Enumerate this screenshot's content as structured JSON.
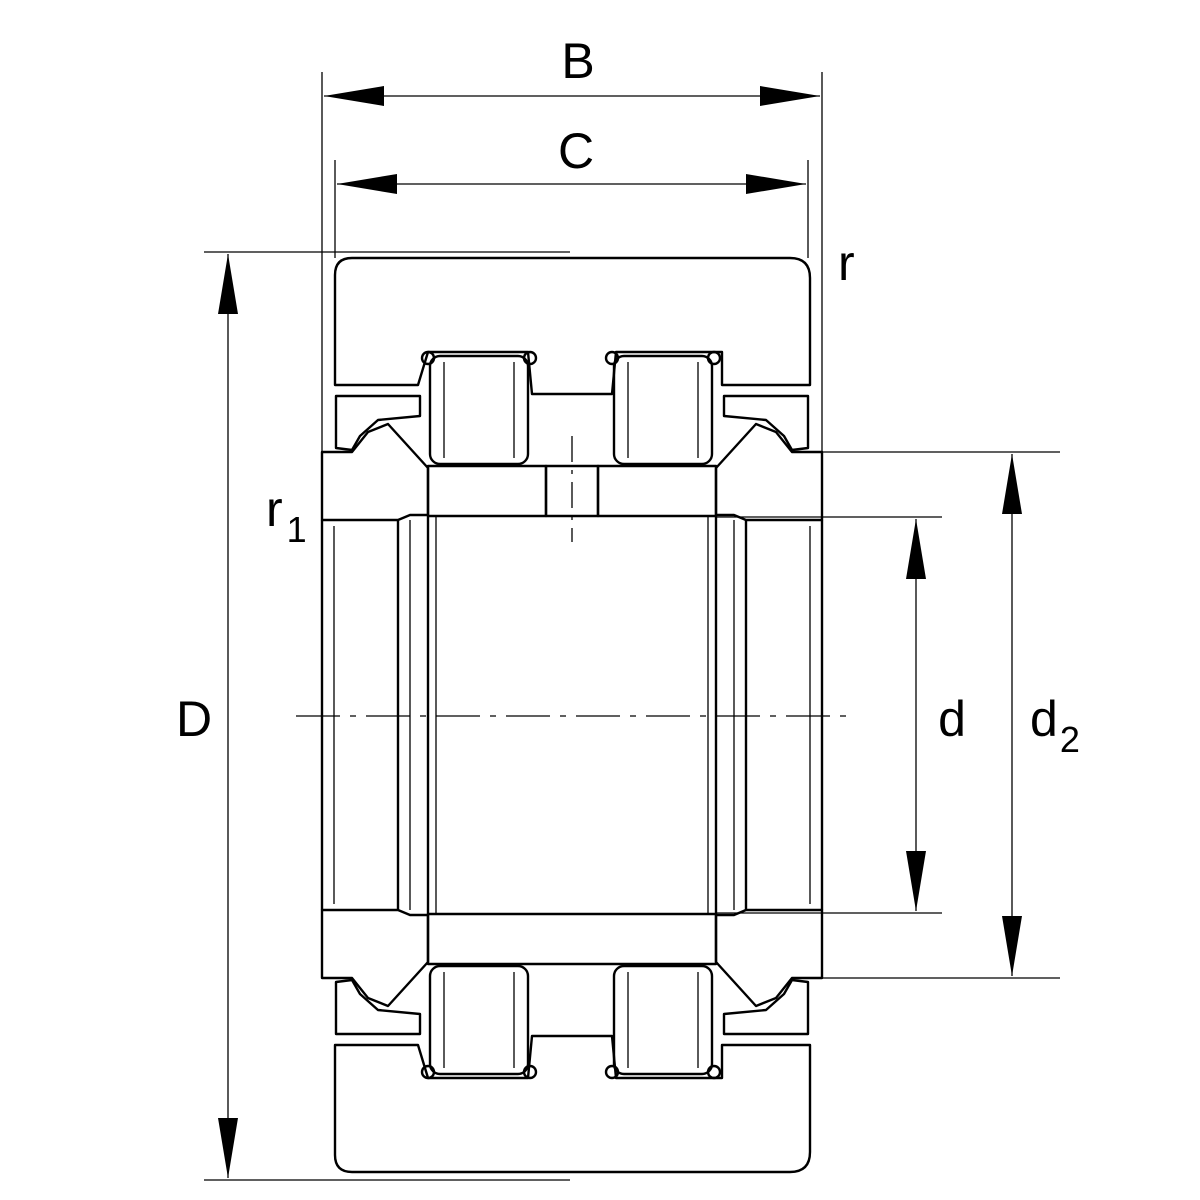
{
  "labels": {
    "B": "B",
    "C": "C",
    "D": "D",
    "r": "r",
    "r1_main": "r",
    "r1_sub": "1",
    "d": "d",
    "d2_main": "d",
    "d2_sub": "2"
  },
  "colors": {
    "line": "#000000",
    "background": "#ffffff"
  }
}
